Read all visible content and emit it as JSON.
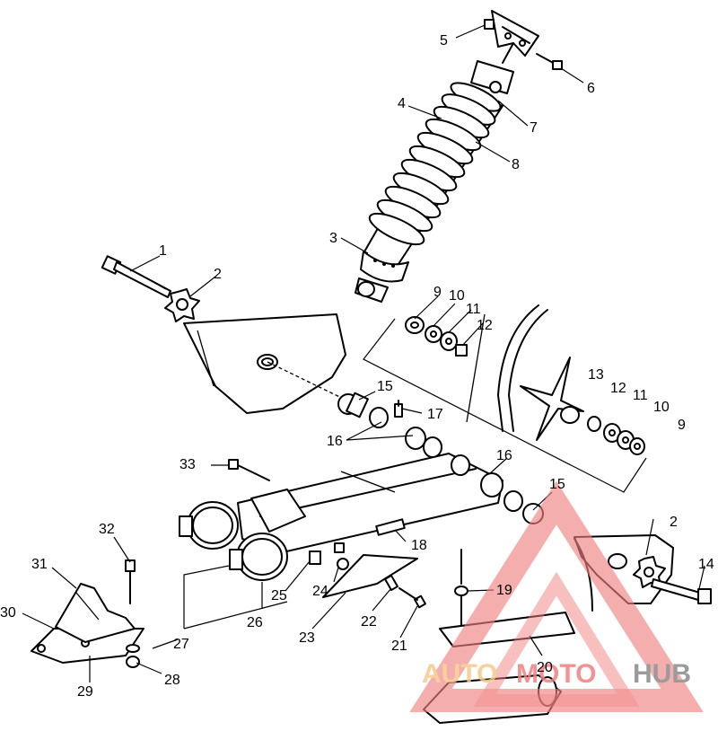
{
  "diagram": {
    "callouts": [
      {
        "id": "c1",
        "text": "1"
      },
      {
        "id": "c2a",
        "text": "2"
      },
      {
        "id": "c3",
        "text": "3"
      },
      {
        "id": "c4",
        "text": "4"
      },
      {
        "id": "c5",
        "text": "5"
      },
      {
        "id": "c6",
        "text": "6"
      },
      {
        "id": "c7",
        "text": "7"
      },
      {
        "id": "c8",
        "text": "8"
      },
      {
        "id": "c9a",
        "text": "9"
      },
      {
        "id": "c10a",
        "text": "10"
      },
      {
        "id": "c11a",
        "text": "11"
      },
      {
        "id": "c12a",
        "text": "12"
      },
      {
        "id": "c13",
        "text": "13"
      },
      {
        "id": "c12b",
        "text": "12"
      },
      {
        "id": "c11b",
        "text": "11"
      },
      {
        "id": "c10b",
        "text": "10"
      },
      {
        "id": "c9b",
        "text": "9"
      },
      {
        "id": "c15a",
        "text": "15"
      },
      {
        "id": "c17",
        "text": "17"
      },
      {
        "id": "c16a",
        "text": "16"
      },
      {
        "id": "c16b",
        "text": "16"
      },
      {
        "id": "c15b",
        "text": "15"
      },
      {
        "id": "c33",
        "text": "33"
      },
      {
        "id": "c2b",
        "text": "2"
      },
      {
        "id": "c14",
        "text": "14"
      },
      {
        "id": "c18",
        "text": "18"
      },
      {
        "id": "c32",
        "text": "32"
      },
      {
        "id": "c31",
        "text": "31"
      },
      {
        "id": "c30",
        "text": "30"
      },
      {
        "id": "c19",
        "text": "19"
      },
      {
        "id": "c25",
        "text": "25"
      },
      {
        "id": "c24",
        "text": "24"
      },
      {
        "id": "c26",
        "text": "26"
      },
      {
        "id": "c22",
        "text": "22"
      },
      {
        "id": "c23",
        "text": "23"
      },
      {
        "id": "c27",
        "text": "27"
      },
      {
        "id": "c21",
        "text": "21"
      },
      {
        "id": "c20",
        "text": "20"
      },
      {
        "id": "c28",
        "text": "28"
      },
      {
        "id": "c29",
        "text": "29"
      }
    ]
  },
  "watermark": {
    "word_a": "AUTO",
    "word_b": "MOTO",
    "word_c": "HUB",
    "color_a": "#f5c98a",
    "color_b": "#f08080",
    "color_c": "#8a8a8a",
    "triangle_color": "#f08080"
  }
}
